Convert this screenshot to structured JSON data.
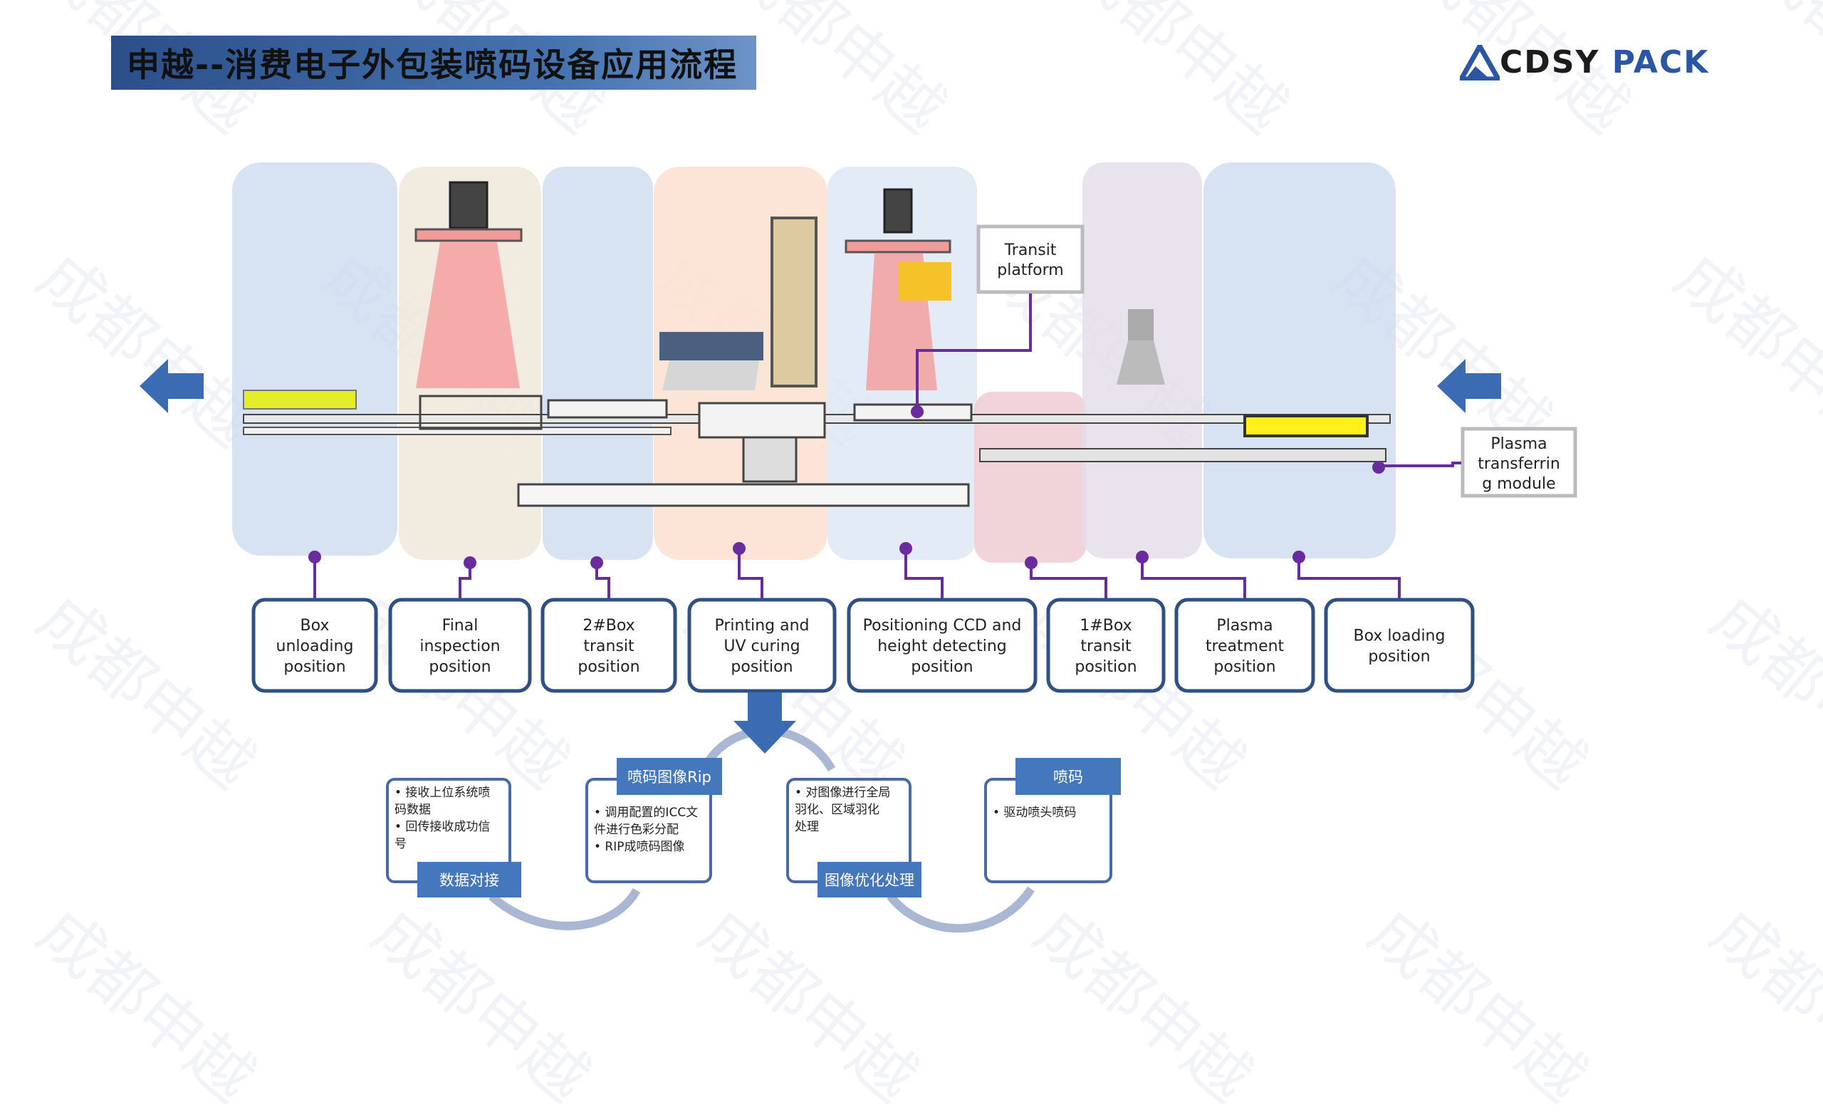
{
  "header": {
    "title": "申越--消费电子外包装喷码设备应用流程",
    "logo_main": "CDSY",
    "logo_sub": "PACK"
  },
  "watermark": "成都申越",
  "callouts": {
    "transit_platform": [
      "Transit",
      "platform"
    ],
    "plasma_module": [
      "Plasma",
      "transferrin",
      "g module"
    ]
  },
  "stations": [
    {
      "lines": [
        "Box",
        "unloading",
        "position"
      ]
    },
    {
      "lines": [
        "Final",
        "inspection",
        "position"
      ]
    },
    {
      "lines": [
        "2#Box",
        "transit",
        "position"
      ]
    },
    {
      "lines": [
        "Printing and",
        "UV curing",
        "position"
      ]
    },
    {
      "lines": [
        "Positioning CCD and",
        "height detecting",
        "position"
      ]
    },
    {
      "lines": [
        "1#Box",
        "transit",
        "position"
      ]
    },
    {
      "lines": [
        "Plasma",
        "treatment",
        "position"
      ]
    },
    {
      "lines": [
        "Box loading",
        "position"
      ]
    }
  ],
  "process": [
    {
      "header": "数据对接",
      "bullets": [
        "• 接收上位系统喷",
        "码数据",
        "• 回传接收成功信",
        "号"
      ]
    },
    {
      "header": "喷码图像Rip",
      "bullets": [
        "• 调用配置的ICC文",
        "件进行色彩分配",
        "• RIP成喷码图像"
      ]
    },
    {
      "header": "图像优化处理",
      "bullets": [
        "• 对图像进行全局",
        "羽化、区域羽化",
        "处理"
      ]
    },
    {
      "header": "喷码",
      "bullets": [
        "• 驱动喷头喷码"
      ]
    }
  ],
  "colors": {
    "title_bar": "#3a629e",
    "box_border": "#2f4f85",
    "connector": "#6a2b9e",
    "arrow": "#3b6bb3",
    "process_header": "#4477bb",
    "zone_blue": "#c9d9ef",
    "zone_beige": "#ede6d8",
    "zone_peach": "#fbe0d0",
    "zone_pink": "#f0cfd6",
    "zone_lavender": "#e3dcea"
  }
}
